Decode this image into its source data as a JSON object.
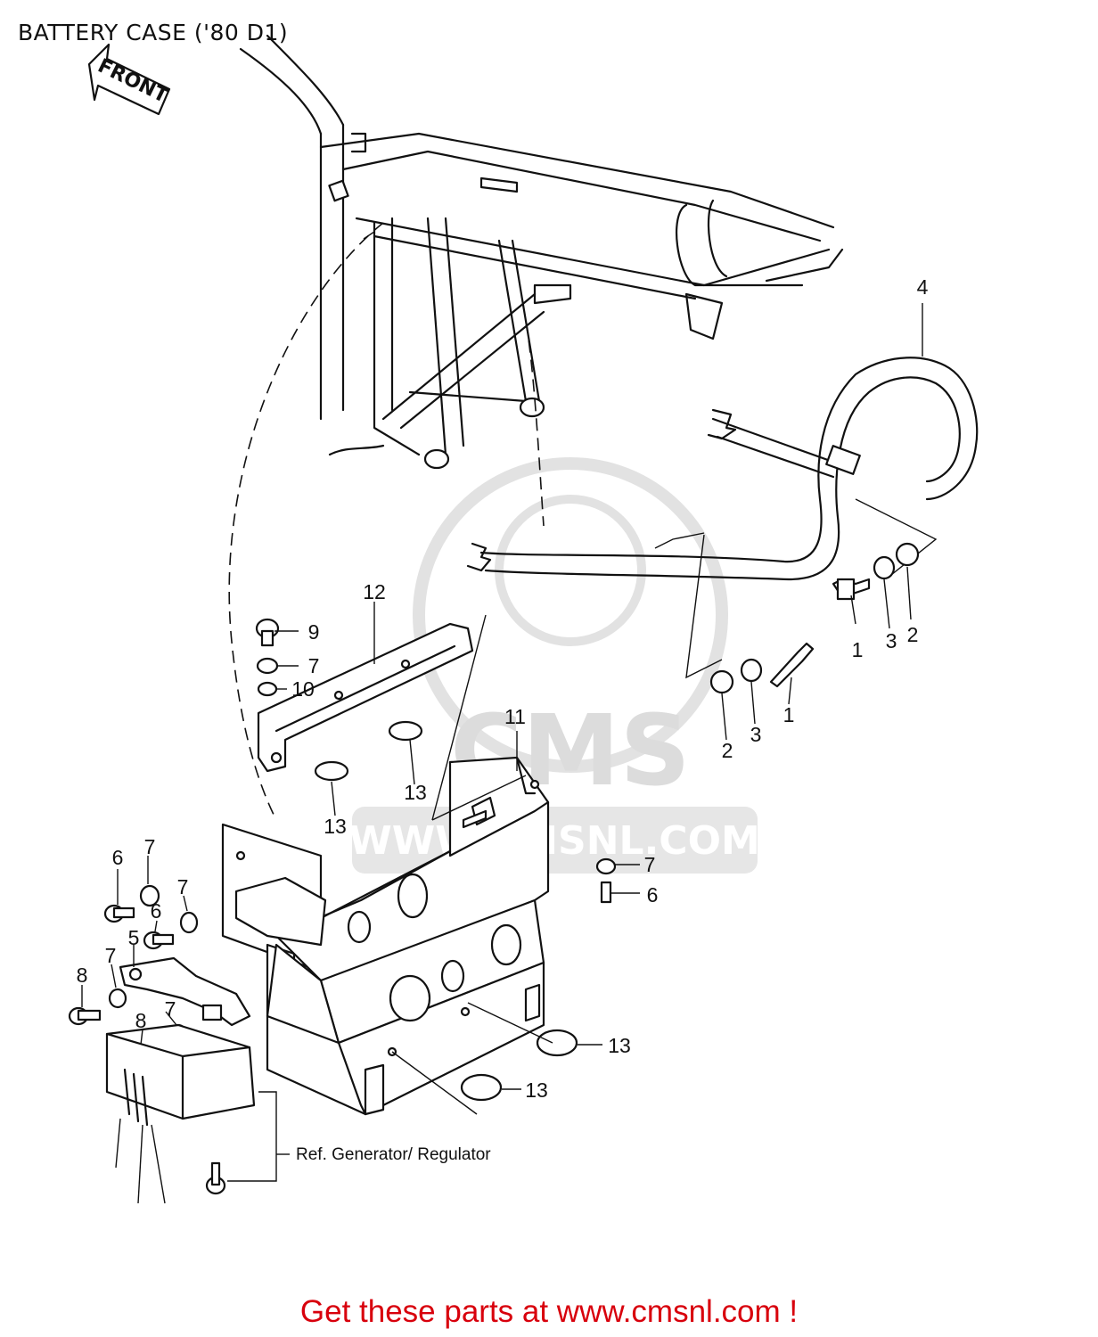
{
  "title": "BATTERY CASE ('80 D1)",
  "front_label": "FRONT",
  "watermark": {
    "brand": "CMS",
    "url": "WWW.CMSNL.COM",
    "color": "#d9d9d9"
  },
  "ref_note": "Ref. Generator/ Regulator",
  "footer": "Get these parts at www.cmsnl.com !",
  "colors": {
    "footer": "#d8000c",
    "lines": "#111111"
  },
  "callouts": [
    "4",
    "12",
    "9",
    "7",
    "10",
    "1",
    "3",
    "2",
    "1",
    "3",
    "2",
    "11",
    "13",
    "13",
    "7",
    "6",
    "6",
    "7",
    "7",
    "6",
    "5",
    "7",
    "8",
    "8",
    "7",
    "13",
    "13"
  ]
}
